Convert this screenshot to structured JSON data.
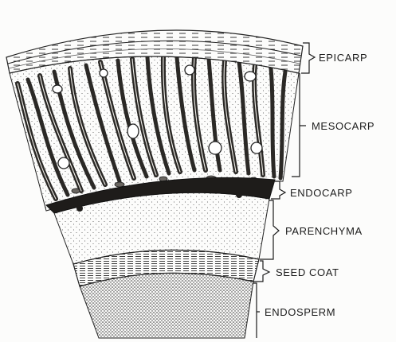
{
  "labels": {
    "epicarp": "EPICARP",
    "mesocarp": "MESOCARP",
    "endocarp": "ENDOCARP",
    "parenchyma": "PARENCHYMA",
    "seed_coat": "SEED COAT",
    "endosperm": "ENDOSPERM"
  },
  "colors": {
    "ink": "#1c1c1c",
    "paper": "#fcfcfb",
    "layer_fill": "#ffffff",
    "endosperm_fill": "#e6e6e3",
    "fiber_fill": "#55524e"
  }
}
